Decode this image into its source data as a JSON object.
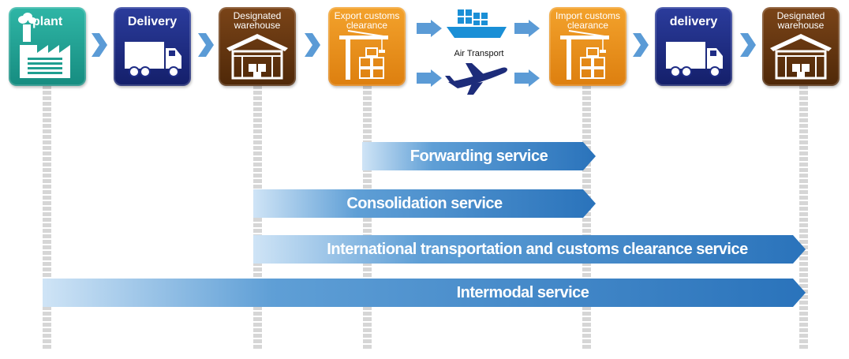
{
  "steps": [
    {
      "label": "plant",
      "icon": "factory-icon",
      "color": "#1f9e90"
    },
    {
      "label": "Delivery",
      "icon": "truck-icon",
      "color": "#1e2c85"
    },
    {
      "label": "Designated\nwarehouse",
      "icon": "warehouse-icon",
      "color": "#653510"
    },
    {
      "label": "Export customs\nclearance",
      "icon": "crane-icon",
      "color": "#ea8e1b"
    },
    {
      "label": "Import customs\nclearance",
      "icon": "crane-icon",
      "color": "#ea8e1b"
    },
    {
      "label": "delivery",
      "icon": "truck-icon",
      "color": "#1e2c85"
    },
    {
      "label": "Designated\nwarehouse",
      "icon": "warehouse-icon",
      "color": "#653510"
    }
  ],
  "transport": {
    "label": "Air Transport",
    "icons": [
      "ship-icon",
      "airplane-icon"
    ]
  },
  "services": [
    {
      "label": "Forwarding service"
    },
    {
      "label": "Consolidation service"
    },
    {
      "label": "International transportation and customs clearance service"
    },
    {
      "label": "Intermodal service"
    }
  ],
  "colors": {
    "arrow": "#2a73bb",
    "arrow_light": "#cfe4f6",
    "guide": "#d6d6d6"
  }
}
